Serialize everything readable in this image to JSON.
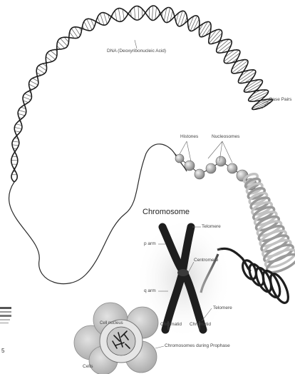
{
  "labels": {
    "dna": "DNA (Deoxyribonucleic Acid)",
    "base_pairs": "Base Pairs",
    "histones": "Histones",
    "nucleosomes": "Nucleosomes",
    "chromosome": "Chromosome",
    "telomere_top": "Telomere",
    "p_arm": "p arm",
    "centromere": "Centromere",
    "q_arm": "q arm",
    "telomere_bottom": "Telomere",
    "chromatid_left": "Chromatid",
    "chromatid_right": "Chromatid",
    "cell_nucleus": "Cell nucleus",
    "chromosomes_prophase": "Chromosomes during Prophase",
    "cells": "Cells",
    "page_number": "5"
  },
  "colors": {
    "strand": "#1c1c1c",
    "rung": "#555555",
    "chromosome": "#1e1e1e",
    "chromosome_glow": "#d6d6d6",
    "nucleosome_light": "#d2d2d2",
    "nucleosome_dark": "#7e7e7e",
    "cell_fill": "#c4c4c4",
    "cell_edge": "#8a8a8a",
    "label": "#444444"
  },
  "icons": [
    "double-helix-icon",
    "nucleosome-bead-icon",
    "chromosome-icon",
    "cell-cluster-icon"
  ]
}
